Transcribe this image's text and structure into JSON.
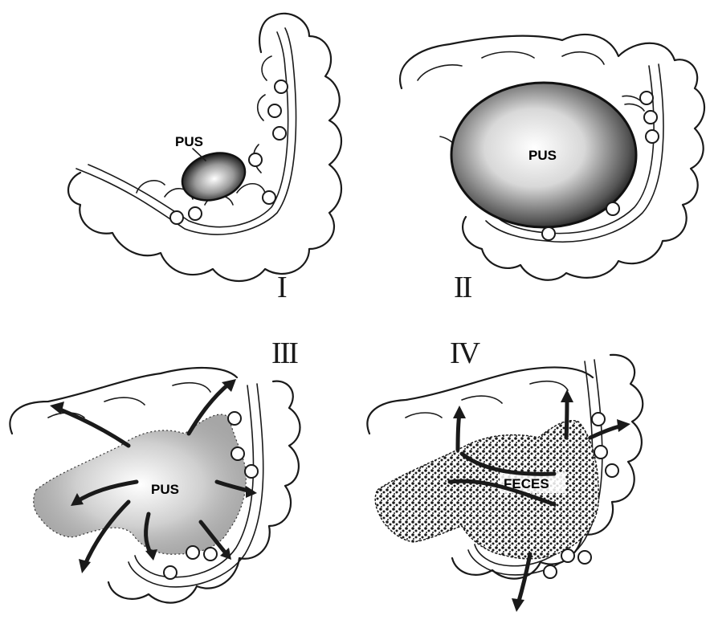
{
  "stages": [
    {
      "numeral": "I",
      "content_label": "PUS"
    },
    {
      "numeral": "II",
      "content_label": "PUS"
    },
    {
      "numeral": "III",
      "content_label": "PUS"
    },
    {
      "numeral": "IV",
      "content_label": "FECES"
    }
  ],
  "colors": {
    "ink": "#1a1a1a",
    "background": "#ffffff"
  }
}
